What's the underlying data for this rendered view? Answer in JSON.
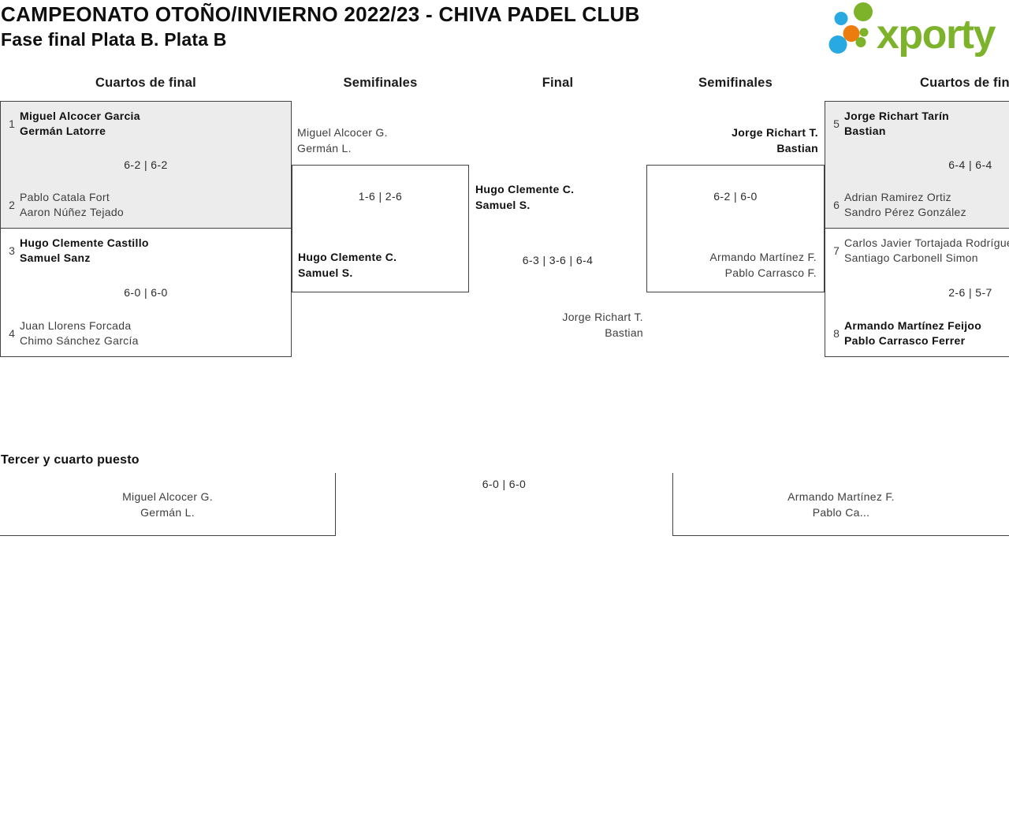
{
  "page": {
    "title": "CAMPEONATO OTOÑO/INVIERNO 2022/23 - CHIVA PADEL CLUB",
    "subtitle": "Fase final Plata B. Plata B"
  },
  "logo": {
    "text": "xporty",
    "green": "#7db32b",
    "blue": "#29a9e1",
    "orange": "#ed7c0f"
  },
  "columns": {
    "qf_left": "Cuartos de final",
    "sf_left": "Semifinales",
    "final": "Final",
    "sf_right": "Semifinales",
    "qf_right": "Cuartos de final"
  },
  "bracket": {
    "qf_left": [
      {
        "seed_a": "1",
        "team_a": [
          "Miguel Alcocer Garcia",
          "Germán Latorre"
        ],
        "team_a_winner": true,
        "score": "6-2 | 6-2",
        "seed_b": "2",
        "team_b": [
          "Pablo Catala Fort",
          "Aaron Núñez Tejado"
        ],
        "team_b_winner": false
      },
      {
        "seed_a": "3",
        "team_a": [
          "Hugo Clemente Castillo",
          "Samuel Sanz"
        ],
        "team_a_winner": true,
        "score": "6-0 | 6-0",
        "seed_b": "4",
        "team_b": [
          "Juan Llorens Forcada",
          "Chimo Sánchez García"
        ],
        "team_b_winner": false
      }
    ],
    "sf_left": {
      "top_team": [
        "Miguel Alcocer G.",
        "Germán L."
      ],
      "top_winner": false,
      "score": "1-6 | 2-6",
      "bottom_team": [
        "Hugo Clemente C.",
        "Samuel S."
      ],
      "bottom_winner": true
    },
    "final": {
      "top_team": [
        "Hugo Clemente C.",
        "Samuel S."
      ],
      "top_winner": true,
      "score": "6-3 | 3-6 | 6-4",
      "bottom_team": [
        "Jorge Richart T.",
        "Bastian"
      ],
      "bottom_winner": false
    },
    "sf_right": {
      "top_team": [
        "Jorge Richart T.",
        "Bastian"
      ],
      "top_winner": true,
      "score": "6-2 | 6-0",
      "bottom_team": [
        "Armando Martínez F.",
        "Pablo Carrasco F."
      ],
      "bottom_winner": false
    },
    "qf_right": [
      {
        "seed_a": "5",
        "team_a": [
          "Jorge Richart Tarín",
          "Bastian"
        ],
        "team_a_winner": true,
        "score": "6-4 | 6-4",
        "seed_b": "6",
        "team_b": [
          "Adrian Ramirez Ortiz",
          "Sandro Pérez González"
        ],
        "team_b_winner": false
      },
      {
        "seed_a": "7",
        "team_a": [
          "Carlos Javier Tortajada Rodríguez",
          "Santiago Carbonell Simon"
        ],
        "team_a_winner": false,
        "score": "2-6 | 5-7",
        "seed_b": "8",
        "team_b": [
          "Armando Martínez Feijoo",
          "Pablo Carrasco Ferrer"
        ],
        "team_b_winner": true
      }
    ]
  },
  "third_place": {
    "heading": "Tercer y cuarto puesto",
    "left_team": [
      "Miguel Alcocer G.",
      "Germán L."
    ],
    "score": "6-0 | 6-0",
    "right_team": [
      "Armando Martínez F.",
      "Pablo Ca..."
    ]
  },
  "colors": {
    "box_fill_alt": "#ececec",
    "border": "#424242",
    "text": "#3e3e3e",
    "text_winner": "#101010"
  }
}
